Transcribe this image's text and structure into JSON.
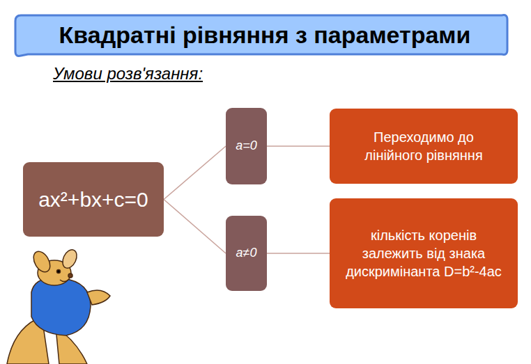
{
  "diagram": {
    "title": "Квадратні рівняння з параметрами",
    "nodes": [
      {
        "text": [
          "ax²+bx+c=0"
        ]
      },
      {
        "text": [
          "a=0"
        ]
      },
      {
        "text": [
          "a≠0"
        ]
      },
      {
        "text": [
          "Переходимо до лінійного рівняння"
        ]
      },
      {
        "text": [
          "кількість коренів залежить від знака дискримінанта D=b²-4ac"
        ]
      }
    ],
    "edges": [
      {
        "from": 0,
        "to": 1,
        "arrow": "none"
      },
      {
        "from": 0,
        "to": 2,
        "arrow": "none"
      },
      {
        "from": 1,
        "to": 3,
        "arrow": "none"
      },
      {
        "from": 2,
        "to": 4,
        "arrow": "none"
      }
    ],
    "labels": [
      "Умови розв'язання:"
    ]
  }
}
